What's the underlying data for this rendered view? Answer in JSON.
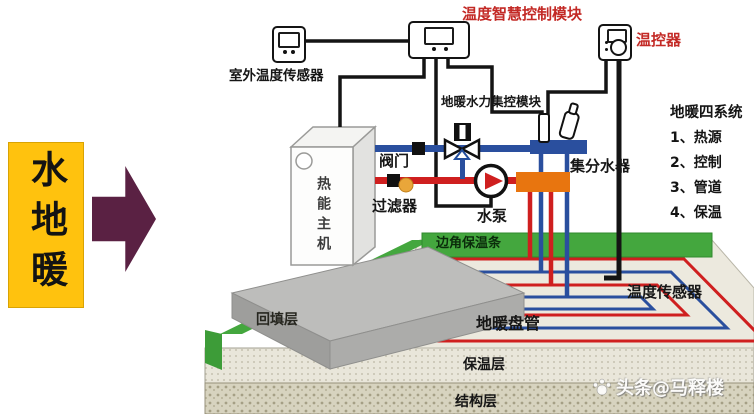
{
  "banner": {
    "title": "水地暖"
  },
  "diagram": {
    "labels": {
      "outdoor_sensor": "室外温度传感器",
      "smart_control": "温度智慧控制模块",
      "thermostat": "温控器",
      "hydraulic_module": "地暖水力集控模块",
      "heat_unit": "热能主机",
      "valve": "阀门",
      "filter": "过滤器",
      "pump": "水泵",
      "manifold": "集分水器",
      "edge_insulation": "边角保温条",
      "backfill": "回填层",
      "coil": "地暖盘管",
      "floor_sensor": "温度传感器",
      "insulation": "保温层",
      "structure": "结构层"
    },
    "systems": {
      "title": "地暖四系统",
      "items": [
        "1、热源",
        "2、控制",
        "3、管道",
        "4、保温"
      ]
    }
  },
  "watermark": {
    "text": "头条@马释楼"
  },
  "colors": {
    "supply_red": "#cf1f1f",
    "return_blue": "#2a4f9e",
    "manifold_orange": "#e8750f",
    "insulation_green": "#44a73e",
    "banner_yellow": "#ffc20e",
    "arrow_plum": "#5a2143",
    "label_red": "#c32a26"
  }
}
